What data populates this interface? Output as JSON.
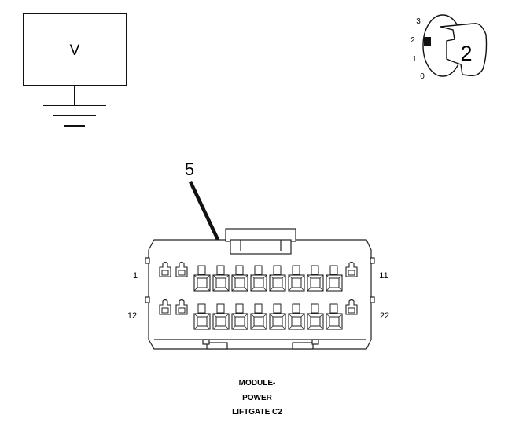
{
  "meter": {
    "label": "V"
  },
  "ignition_key": {
    "positions": [
      "3",
      "2",
      "1",
      "0"
    ],
    "selected_position": "2",
    "selected_label": "2"
  },
  "callout": {
    "pin": "5"
  },
  "connector": {
    "top_row_labels": {
      "left": "1",
      "right": "11"
    },
    "bottom_row_labels": {
      "left": "12",
      "right": "22"
    },
    "caption_lines": [
      "MODULE-",
      "POWER",
      "LIFTGATE C2"
    ]
  }
}
